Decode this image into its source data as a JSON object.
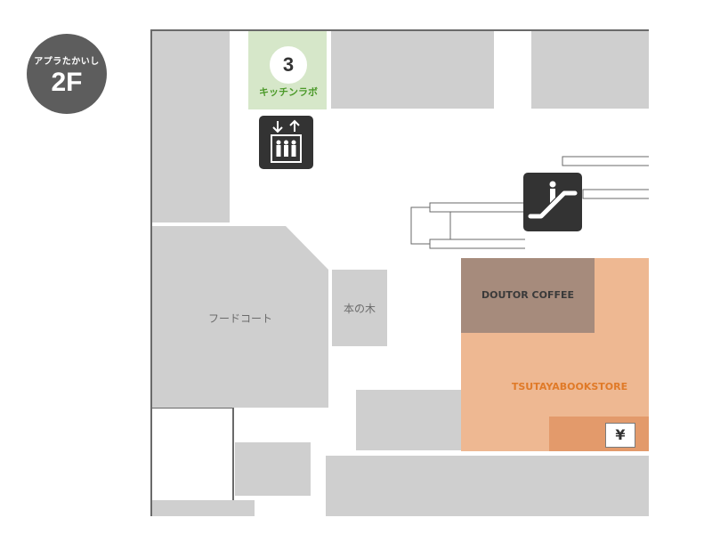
{
  "floor": {
    "sub_label": "アプラたかいし",
    "label": "2F"
  },
  "shops": {
    "kitchen_lab": {
      "number": "3",
      "name": "キッチンラボ",
      "color": "#d6e7c9",
      "text_color": "#4c9a2a"
    },
    "food_court": {
      "name": "フードコート"
    },
    "honnoki": {
      "name": "本の木"
    },
    "doutor": {
      "name": "DOUTOR COFFEE",
      "color": "#a68b7c"
    },
    "tsutaya": {
      "name": "TSUTAYABOOKSTORE",
      "color": "#eeb892",
      "text_color": "#e07a28"
    },
    "atm": {
      "symbol": "¥",
      "color": "#e39a6b"
    }
  },
  "icons": {
    "elevator": "elevator-icon",
    "escalator": "escalator-icon",
    "atm": "yen-icon"
  },
  "colors": {
    "block": "#cfcfcf",
    "outline": "#6a6a6a",
    "icon_bg": "#333333",
    "badge": "#5d5d5d"
  }
}
